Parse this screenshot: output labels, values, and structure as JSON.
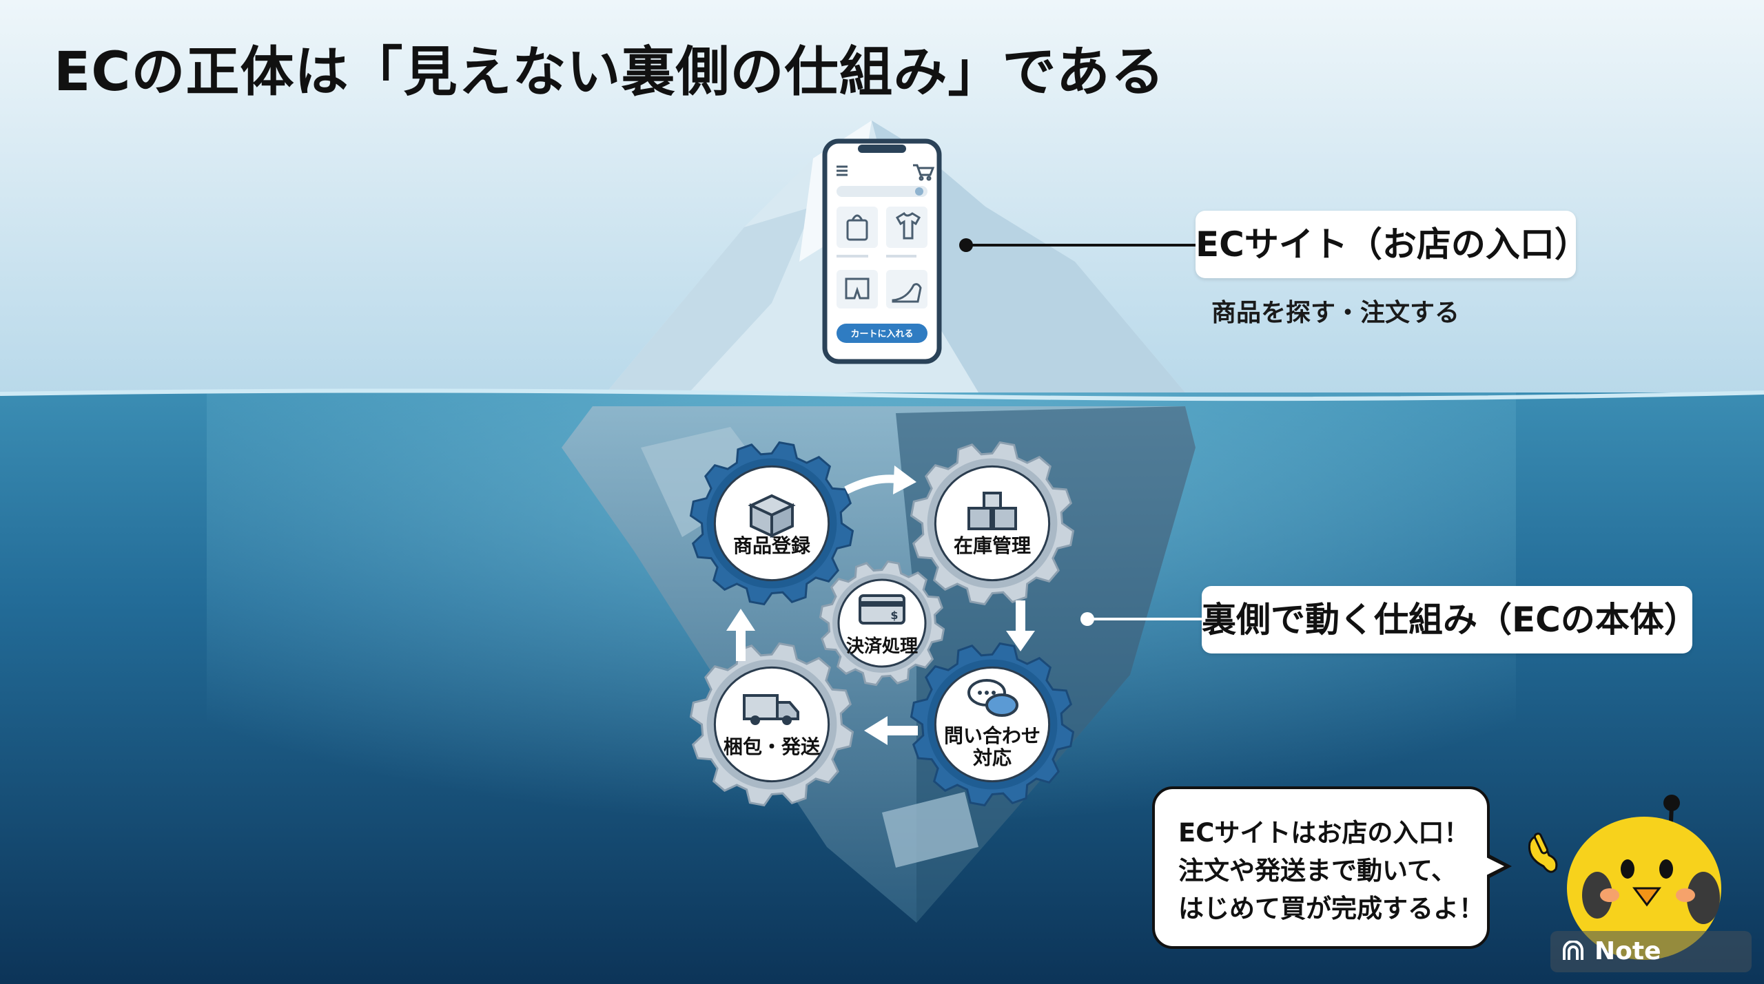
{
  "title": "ECの正体は「見えない裏側の仕組み」である",
  "labels": {
    "site": "ECサイト（お店の入口）",
    "site_sub": "商品を探す・注文する",
    "backend": "裏側で動く仕組み（ECの本体）"
  },
  "phone": {
    "cart_button": "カートに入れる",
    "icons": [
      "menu-icon",
      "cart-icon",
      "search-icon",
      "bag-icon",
      "tshirt-icon",
      "shorts-icon",
      "heel-icon"
    ]
  },
  "gears": [
    {
      "label_lines": [
        "商品登録"
      ],
      "icon": "box-icon"
    },
    {
      "label_lines": [
        "在庫管理"
      ],
      "icon": "stacked-boxes-icon"
    },
    {
      "label_lines": [
        "決済処理"
      ],
      "icon": "credit-card-icon"
    },
    {
      "label_lines": [
        "問い合わせ",
        "対応"
      ],
      "icon": "chat-bubbles-icon"
    },
    {
      "label_lines": [
        "梱包・発送"
      ],
      "icon": "truck-icon"
    }
  ],
  "bubble": {
    "lines": [
      "ECサイトはお店の入口！",
      "注文や発送まで動いて、",
      "はじめて買が完成するよ！"
    ]
  },
  "watermark": "Note",
  "colors": {
    "sky_top": "#d6eaf4",
    "sea_top": "#2e7fa6",
    "sea_bottom": "#0d3b61",
    "gear_dark": "#2a6aa3",
    "gear_light": "#c9d3dc",
    "accent_blue": "#2f7cc2",
    "mascot_yellow": "#f7d21c"
  }
}
